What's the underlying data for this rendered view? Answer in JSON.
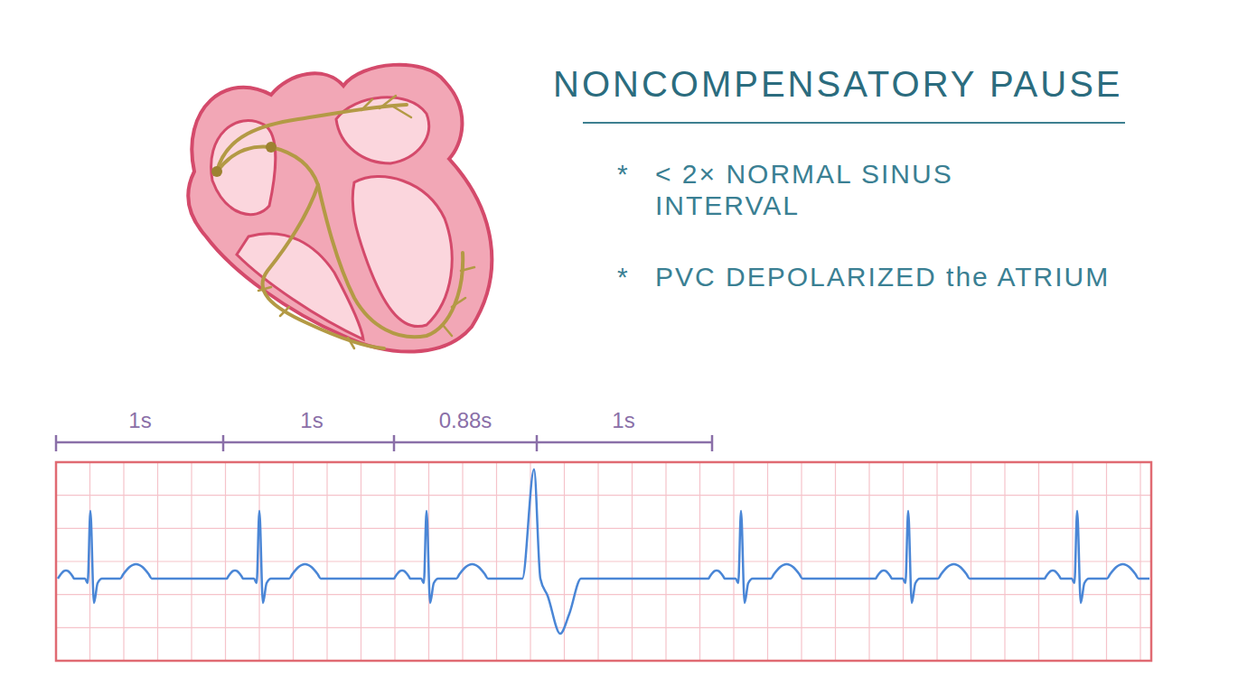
{
  "diagram": {
    "title": "NONCOMPENSATORY PAUSE",
    "labels": [
      "*",
      "< 2× NORMAL SINUS INTERVAL",
      "*",
      "PVC DEPOLARIZED the ATRIUM",
      "1s",
      "1s",
      "0.88s",
      "1s"
    ]
  }
}
